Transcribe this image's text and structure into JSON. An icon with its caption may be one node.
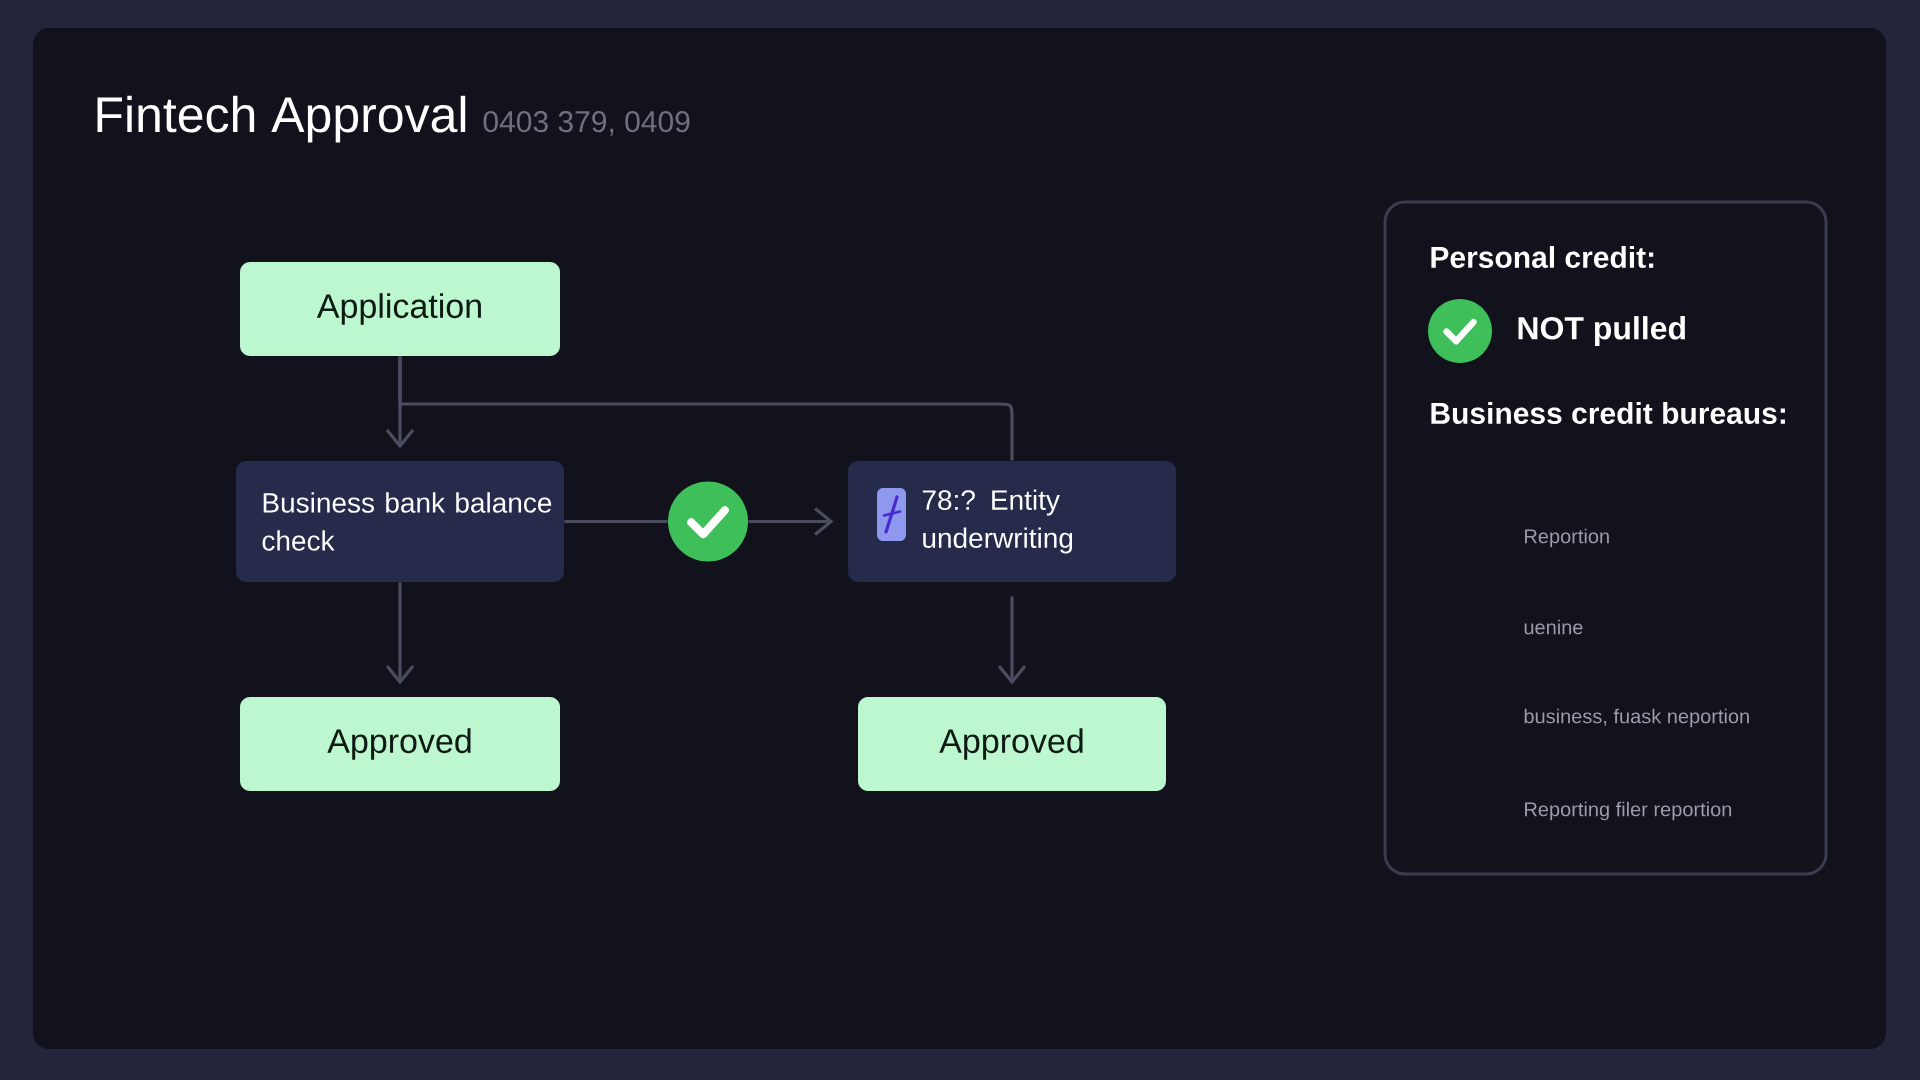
{
  "diagram": {
    "title": "Fintech Approval",
    "nodes": [
      {
        "text": [
          "Application"
        ]
      },
      {
        "text": [
          "Business bank balance check"
        ]
      },
      {
        "text": [],
        "shape": "circle"
      },
      {
        "text": [
          "78:? Entity underwriting"
        ]
      },
      {
        "text": [
          "Approved"
        ]
      },
      {
        "text": [
          "Approved"
        ]
      },
      {
        "text": [
          "Personal credit:",
          "NOT pulled",
          "Business credit bureaus:",
          "Reportion",
          "uenine",
          "business, fuask neportion",
          "Reporting filer reportion"
        ]
      }
    ],
    "edges": [
      {
        "from": 0,
        "to": 1,
        "arrow": "to"
      },
      {
        "from": 0,
        "to": 3,
        "arrow": "none"
      },
      {
        "from": 1,
        "to": 2,
        "arrow": "none"
      },
      {
        "from": 2,
        "to": 3,
        "arrow": "to"
      },
      {
        "from": 1,
        "to": 4,
        "arrow": "to"
      },
      {
        "from": 3,
        "to": 5,
        "arrow": "to"
      }
    ],
    "labels": [
      "0403 379, 0409"
    ]
  }
}
